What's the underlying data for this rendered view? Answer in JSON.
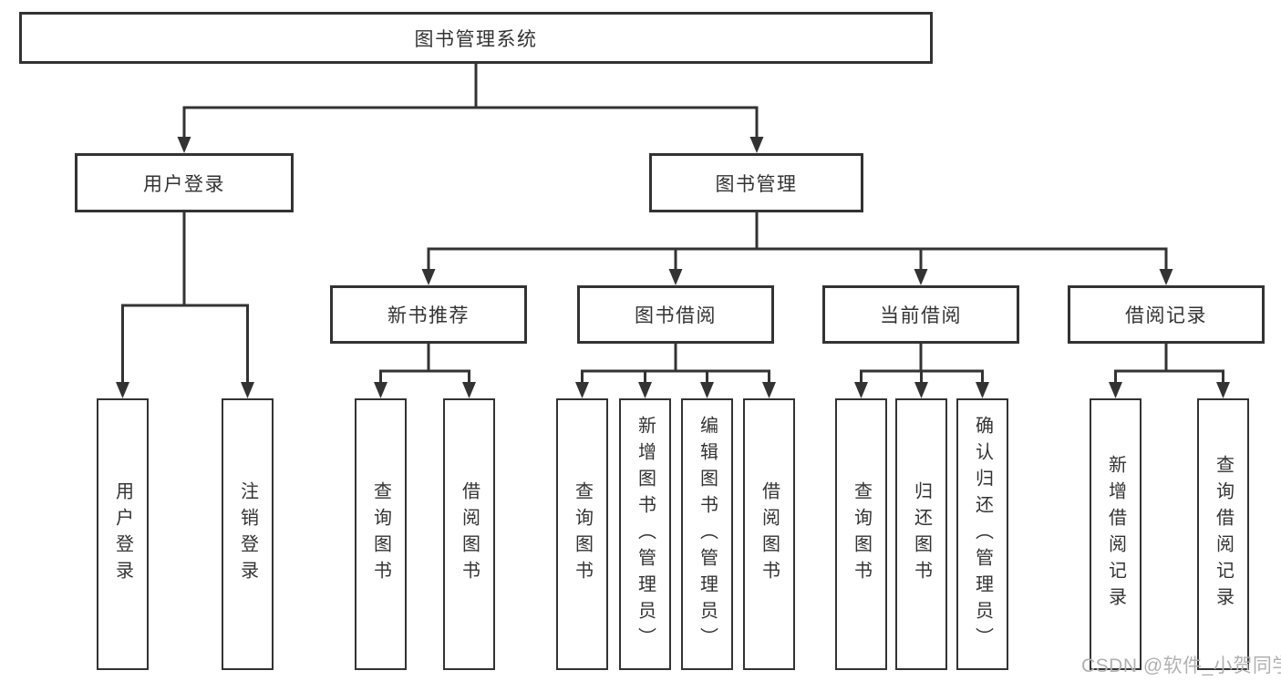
{
  "diagram": {
    "root_label": "图书管理系统",
    "login": {
      "label": "用户登录",
      "leaves": [
        "用户登录",
        "注销登录"
      ]
    },
    "manage": {
      "label": "图书管理",
      "groups": [
        {
          "label": "新书推荐",
          "leaves": [
            "查询图书",
            "借阅图书"
          ]
        },
        {
          "label": "图书借阅",
          "leaves": [
            "查询图书",
            "新增图书（管理员）",
            "编辑图书（管理员）",
            "借阅图书"
          ]
        },
        {
          "label": "当前借阅",
          "leaves": [
            "查询图书",
            "归还图书",
            "确认归还（管理员）"
          ]
        },
        {
          "label": "借阅记录",
          "leaves": [
            "新增借阅记录",
            "查询借阅记录"
          ]
        }
      ]
    }
  },
  "watermark": {
    "text": "CSDN @软件_小贺同学"
  },
  "colors": {
    "line": "#333333",
    "box_border": "#333333",
    "text": "#333333",
    "watermark": "#b1b1b1",
    "background": "#ffffff"
  }
}
